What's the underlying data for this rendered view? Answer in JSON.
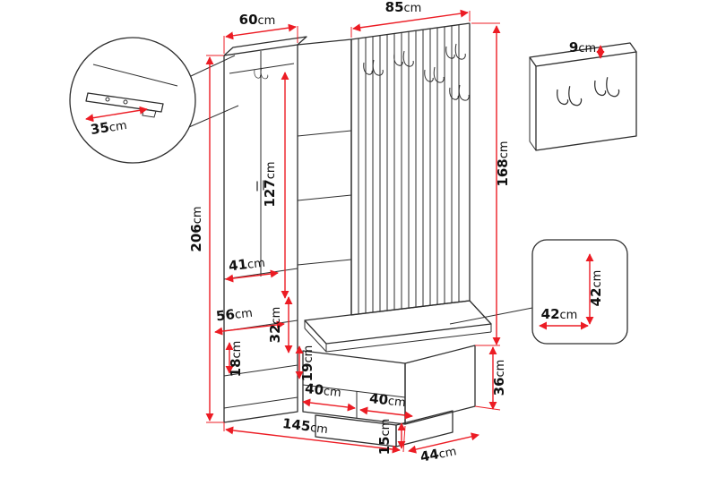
{
  "meta": {
    "type": "furniture-dimension-diagram",
    "subject": "hallway wardrobe set with coat panel, bench and wall panel",
    "unit": "cm"
  },
  "colors": {
    "background": "#ffffff",
    "outline": "#2e2e2e",
    "dimension": "#ec1c24",
    "text": "#111111"
  },
  "dims": {
    "wardrobe_width": "60",
    "panel_width": "85",
    "wall_panel_depth": "9",
    "rail_length": "35",
    "total_height": "206",
    "interior_height": "127",
    "interior_width": "41",
    "lower_width": "56",
    "lower_section_height": "32",
    "drawer_height": "18",
    "bench_opening_height": "19",
    "bench_opening_width_left": "40",
    "bench_opening_width_right": "40",
    "panel_height": "168",
    "bench_height": "36",
    "seat_depth": "42",
    "seat_width": "42",
    "total_width": "145",
    "plinth_height": "15",
    "total_depth": "44"
  }
}
